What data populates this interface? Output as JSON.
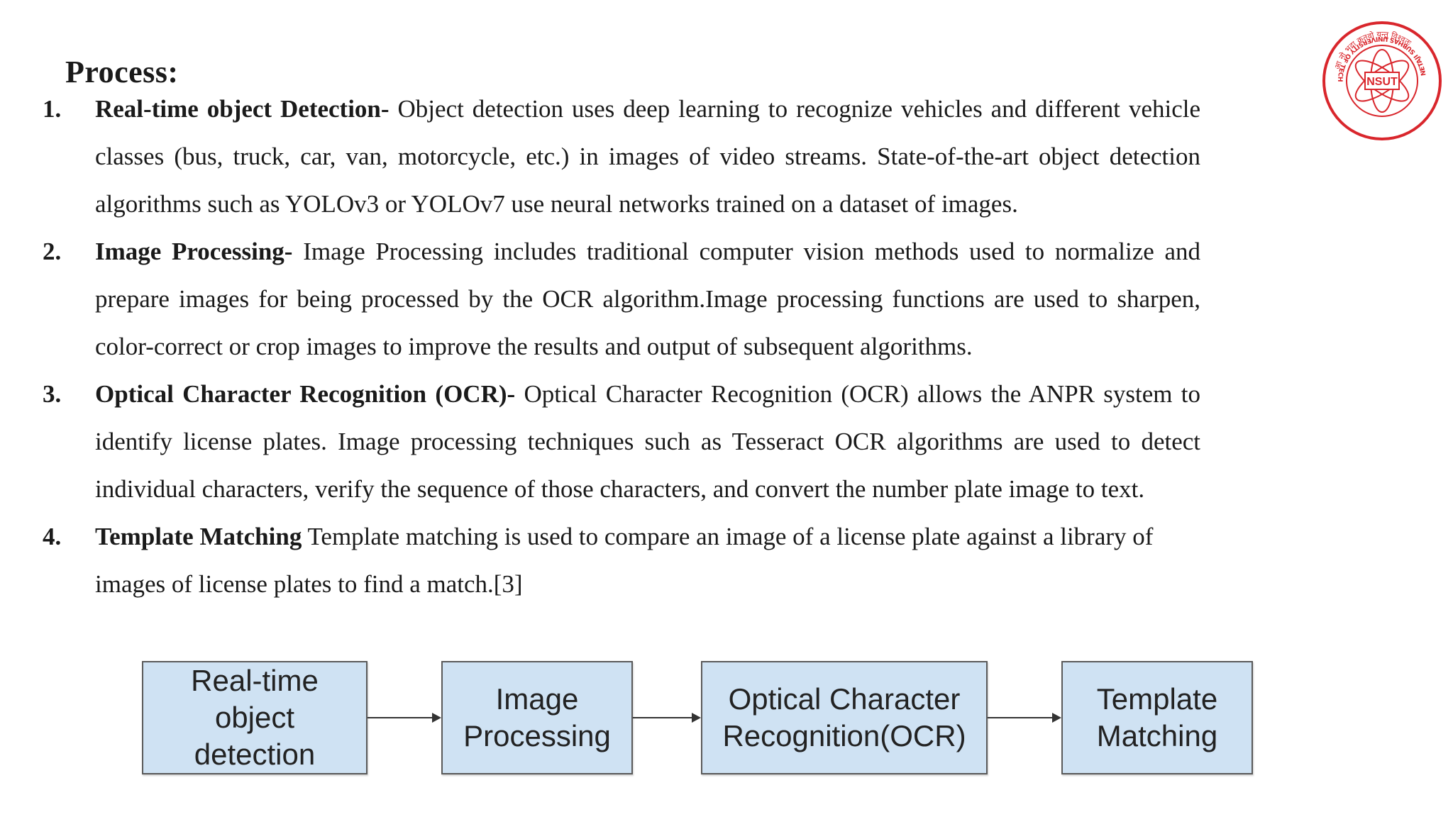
{
  "slide": {
    "title": "Process:",
    "steps": [
      {
        "number": "1.",
        "heading": "Real-time object Detection-",
        "text": "Object detection uses deep learning to recognize vehicles and different vehicle classes (bus, truck, car, van, motorcycle, etc.) in images of video streams. State-of-the-art object detection algorithms such as YOLOv3 or YOLOv7 use neural networks trained on a dataset of images."
      },
      {
        "number": "2.",
        "heading": "Image Processing-",
        "text": "Image Processing includes traditional computer vision methods used to normalize and prepare images for being processed by the OCR algorithm.Image processing functions are used to sharpen, color-correct or crop images to improve the results and output of subsequent algorithms."
      },
      {
        "number": "3.",
        "heading": "Optical Character Recognition (OCR)-",
        "text": "Optical Character Recognition (OCR) allows the ANPR system to identify license plates. Image processing techniques such as Tesseract OCR algorithms are used to detect individual characters, verify the sequence of those characters, and convert the number plate image to text."
      },
      {
        "number": "4.",
        "heading": "Template Matching",
        "text": "Template matching is used to compare an image of a license plate against a library of images of license plates to find a match.[3]"
      }
    ]
  },
  "logo": {
    "abbr": "NSUT",
    "ring_text": "NETAJI SUBHAS UNIVERSITY OF TECHNOLOGY",
    "motto": "आ नो भद्रा क्रतवो यन्तु विश्वतः",
    "color": "#d9262c"
  },
  "flowchart": {
    "box_color": "#cfe2f3",
    "boxes": [
      "Real-time\nobject\ndetection",
      "Image\nProcessing",
      "Optical Character\nRecognition(OCR)",
      "Template\nMatching"
    ]
  }
}
